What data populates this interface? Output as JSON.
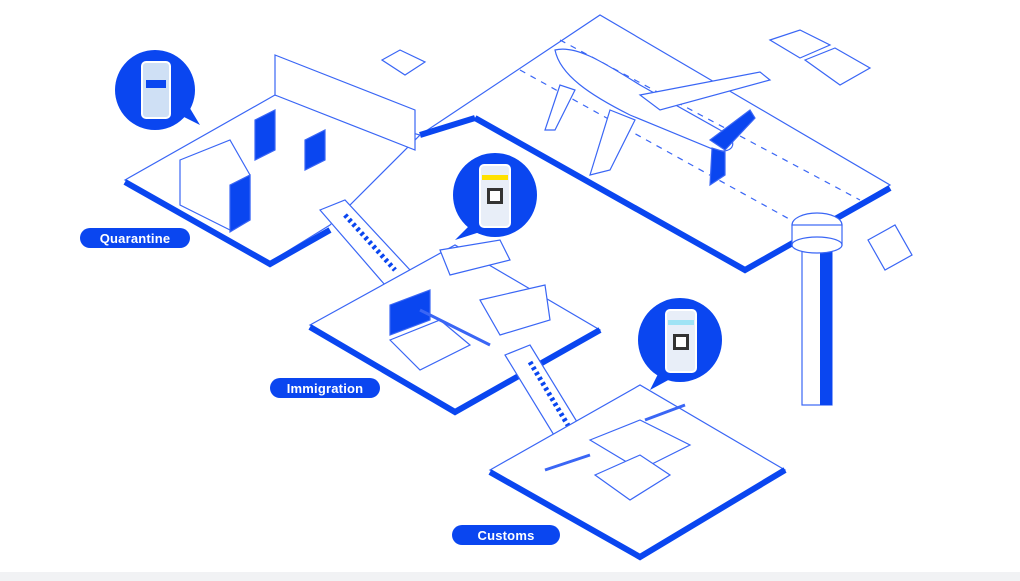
{
  "colors": {
    "accent": "#0a46f0",
    "line": "#3a66f5",
    "background": "#ffffff"
  },
  "labels": {
    "quarantine": "Quarantine",
    "immigration": "Immigration",
    "customs": "Customs"
  },
  "icons": [
    "phone-screen-icon",
    "phone-qr-code-icon",
    "phone-qr-code-icon",
    "airplane-icon",
    "control-tower-icon",
    "escalator-icon",
    "baggage-cart-icon"
  ]
}
